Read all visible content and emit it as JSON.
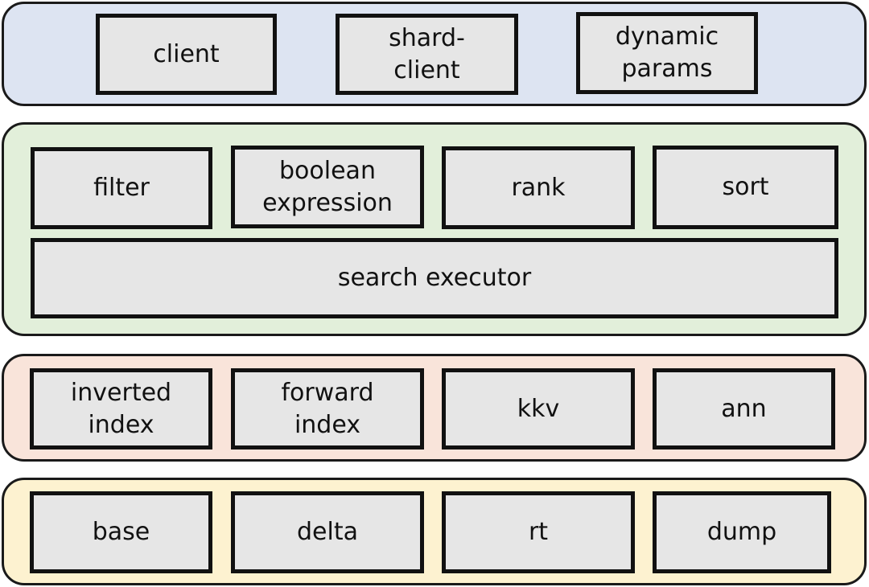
{
  "colors": {
    "client_layer_fill": "#dde4f2",
    "search_layer_fill": "#e2efda",
    "index_layer_fill": "#f9e4da",
    "data_layer_fill": "#fdf2d0",
    "box_fill": "#e6e6e6",
    "border": "#111111"
  },
  "layers": {
    "client": {
      "boxes": [
        "client",
        "shard-\nclient",
        "dynamic\nparams"
      ]
    },
    "search": {
      "boxes": [
        "filter",
        "boolean\nexpression",
        "rank",
        "sort"
      ],
      "executor": "search executor"
    },
    "index": {
      "boxes": [
        "inverted\nindex",
        "forward\nindex",
        "kkv",
        "ann"
      ]
    },
    "data": {
      "boxes": [
        "base",
        "delta",
        "rt",
        "dump"
      ]
    }
  }
}
